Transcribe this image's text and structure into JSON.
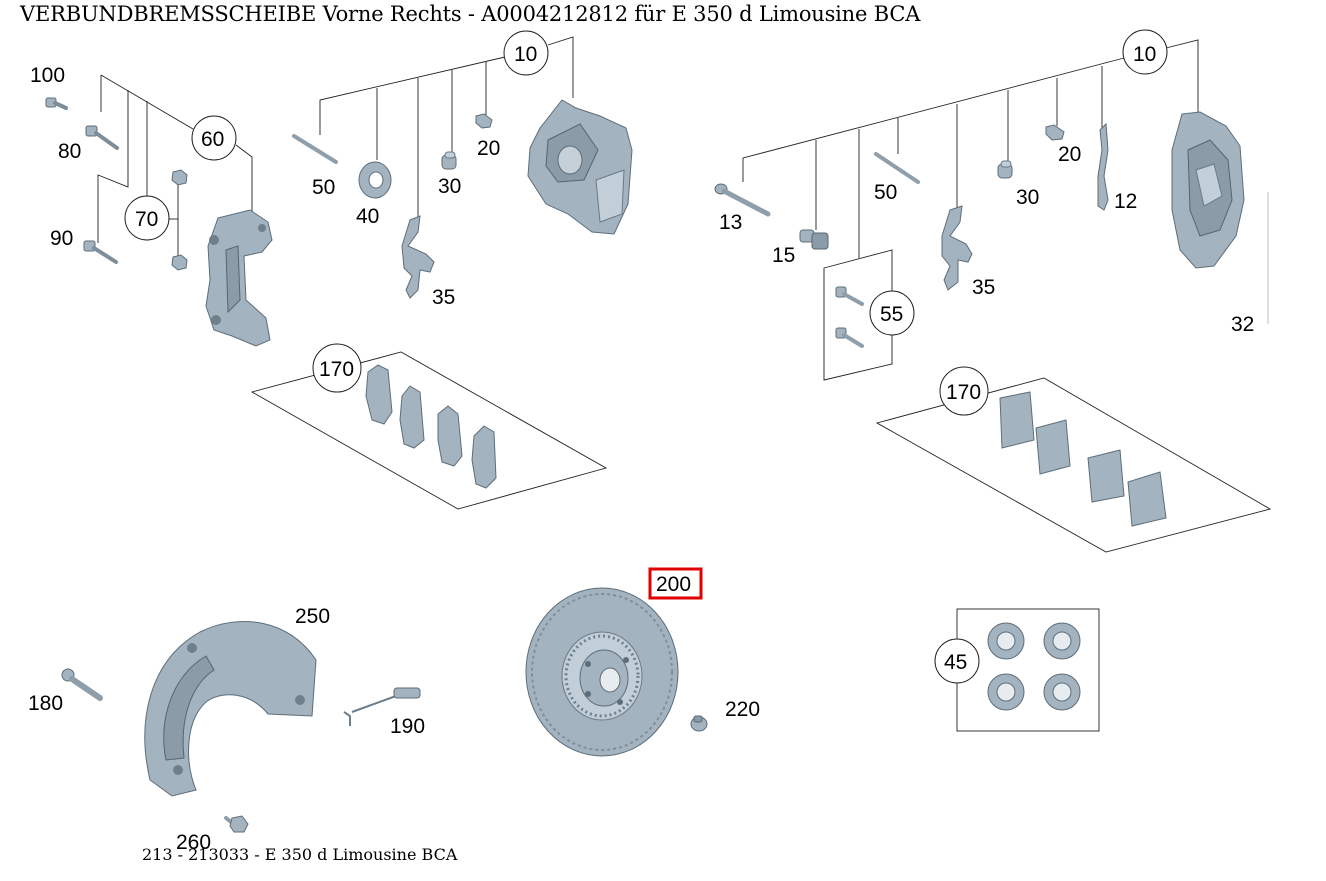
{
  "title": "VERBUNDBREMSSCHEIBE Vorne Rechts - A0004212812 für E 350 d Limousine BCA",
  "footer": "213 - 213033 - E 350 d Limousine BCA",
  "highlight_color": "#e00000",
  "labels": {
    "p100": "100",
    "p80": "80",
    "p90": "90",
    "p70": "70",
    "p60": "60",
    "p50a": "50",
    "p40": "40",
    "p35a": "35",
    "p30a": "30",
    "p20a": "20",
    "p10a": "10",
    "p170a": "170",
    "p13": "13",
    "p15": "15",
    "p50b": "50",
    "p35b": "35",
    "p30b": "30",
    "p20b": "20",
    "p12": "12",
    "p10b": "10",
    "p32": "32",
    "p55": "55",
    "p170b": "170",
    "p180": "180",
    "p250": "250",
    "p190": "190",
    "p260": "260",
    "p200": "200",
    "p220": "220",
    "p45": "45"
  }
}
